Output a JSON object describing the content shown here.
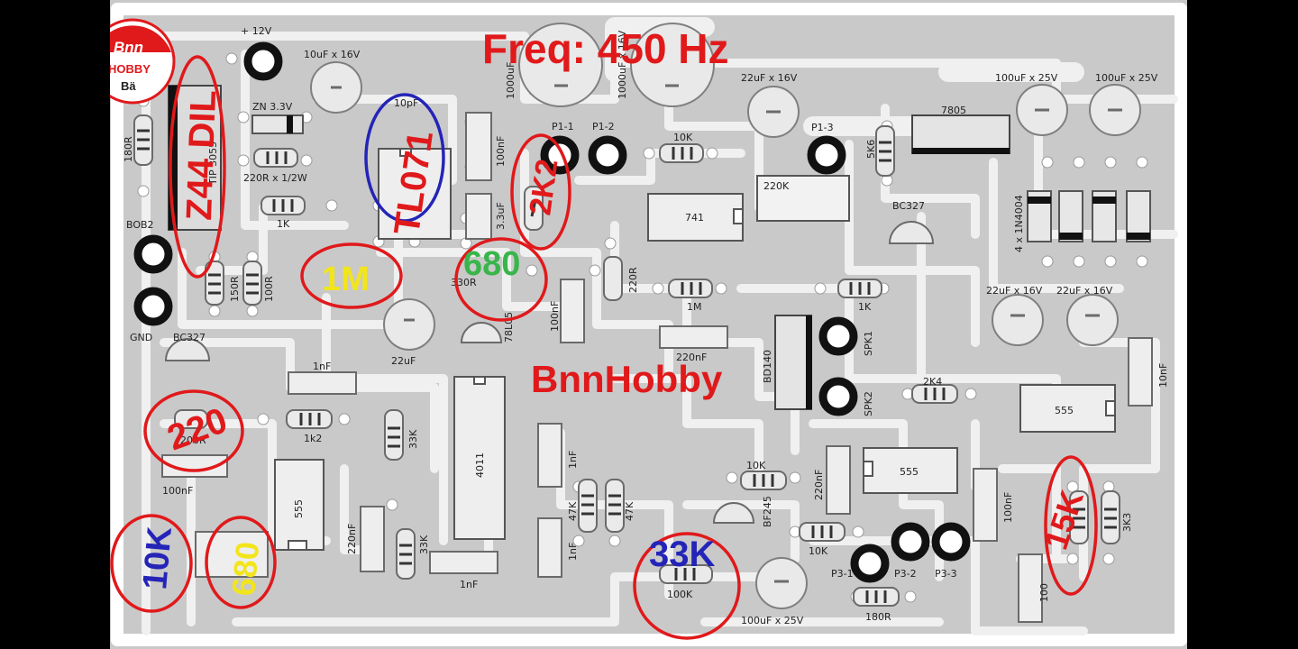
{
  "title": "Freq: 450 Hz",
  "watermark": "BnnHobby",
  "logo": {
    "line1": "Bnn",
    "line2": "HOBBY",
    "line3": "Bä"
  },
  "colors": {
    "annotation_red": "#e0191b",
    "annotation_blue": "#2424b8",
    "annotation_green": "#39b54a",
    "annotation_yellow": "#f2e51b",
    "board": "#c9c9c9",
    "trace": "#f2f2f2"
  },
  "annotations": [
    {
      "id": "a1",
      "text": "Z44 DIL",
      "color": "red"
    },
    {
      "id": "a2",
      "text": "TL071",
      "color": "red"
    },
    {
      "id": "a3",
      "text": "2K2",
      "color": "red"
    },
    {
      "id": "a4",
      "text": "1M",
      "color": "yellow"
    },
    {
      "id": "a5",
      "text": "680",
      "color": "green"
    },
    {
      "id": "a6",
      "text": "220",
      "color": "red"
    },
    {
      "id": "a7",
      "text": "10K",
      "color": "blue"
    },
    {
      "id": "a8",
      "text": "680",
      "color": "yellow"
    },
    {
      "id": "a9",
      "text": "33K",
      "color": "blue"
    },
    {
      "id": "a10",
      "text": "15K",
      "color": "red"
    }
  ],
  "labels": {
    "v12": "+ 12V",
    "c10u16": "10uF x 16V",
    "c1000": "1000uF",
    "c1000b": "1000uF x 16V",
    "c22u16": "22uF x 16V",
    "c100u25a": "100uF x 25V",
    "c100u25b": "100uF x 25V",
    "zn": "ZN 3.3V",
    "r220": "220R x 1/2W",
    "tip": "TIP 3055",
    "r180": "180R",
    "bob2": "BOB2",
    "gnd": "GND",
    "bc327a": "BC327",
    "r150": "150R",
    "r100": "100R",
    "r1k": "1K",
    "c10p": "10pF",
    "c100n": "100nF",
    "c33": "3.3uF",
    "p11": "P1-1",
    "p12": "P1-2",
    "p13": "P1-3",
    "r10k": "10K",
    "ic741": "741",
    "r220k": "220K",
    "r5k6": "5K6",
    "bc327b": "BC327",
    "reg7805": "7805",
    "diodes": "4 x 1N4004",
    "c22a": "22uF x 16V",
    "c22b": "22uF x 16V",
    "r330": "330R",
    "reg78l05": "78L05",
    "c100n2": "100nF",
    "r220r": "220R",
    "r1m": "1M",
    "r1k2": "1K",
    "c220n": "220nF",
    "bd140": "BD140",
    "spk1": "SPK1",
    "spk2": "SPK2",
    "c22u": "22uF",
    "c1n": "1nF",
    "r33k": "33K",
    "ic4011": "4011",
    "r2k4": "2K4",
    "ic555a": "555",
    "c10n": "10nF",
    "r200": "200R",
    "r1k2b": "1k2",
    "c100nb": "100nF",
    "ic555b": "555",
    "c1nb": "1nF",
    "r47a": "47K",
    "r47b": "47K",
    "r10kb": "10K",
    "c220nb": "220nF",
    "ic555c": "555",
    "c100nc": "100nF",
    "bf245": "BF245",
    "r10kc": "10K",
    "c220nc": "220nF",
    "r33kb": "33K",
    "c1nc": "1nF",
    "c1nd": "1nF",
    "r100k": "100K",
    "c100u25c": "100uF x 25V",
    "p31": "P3-1",
    "p32": "P3-2",
    "p33": "P3-3",
    "r180b": "180R",
    "r3k3": "3K3",
    "c100": "100"
  }
}
